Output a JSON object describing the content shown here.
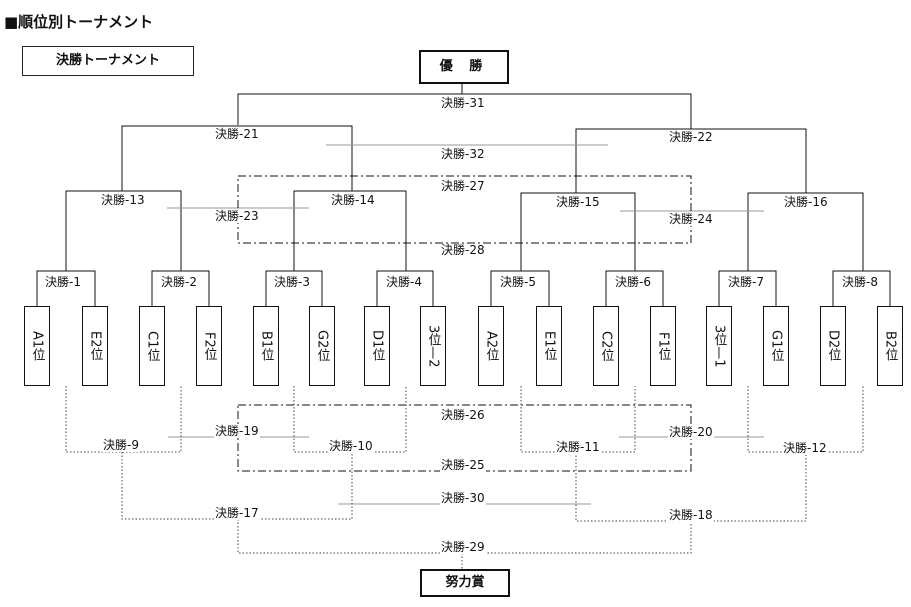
{
  "heading": "■順位別トーナメント",
  "section_label": "決勝トーナメント",
  "winner_label": "優 勝",
  "effort_award_label": "努力賞",
  "teams": [
    "A1位",
    "E2位",
    "C1位",
    "F2位",
    "B1位",
    "G2位",
    "D1位",
    "3位—2",
    "A2位",
    "E1位",
    "C2位",
    "F1位",
    "3位—1",
    "G1位",
    "D2位",
    "B2位"
  ],
  "matches": {
    "m1": "決勝-1",
    "m2": "決勝-2",
    "m3": "決勝-3",
    "m4": "決勝-4",
    "m5": "決勝-5",
    "m6": "決勝-6",
    "m7": "決勝-7",
    "m8": "決勝-8",
    "m13": "決勝-13",
    "m14": "決勝-14",
    "m15": "決勝-15",
    "m16": "決勝-16",
    "m21": "決勝-21",
    "m22": "決勝-22",
    "m31": "決勝-31",
    "m32": "決勝-32",
    "m27": "決勝-27",
    "m23": "決勝-23",
    "m24": "決勝-24",
    "m28": "決勝-28",
    "m26": "決勝-26",
    "m19": "決勝-19",
    "m20": "決勝-20",
    "m9": "決勝-9",
    "m10": "決勝-10",
    "m11": "決勝-11",
    "m12": "決勝-12",
    "m25": "決勝-25",
    "m30": "決勝-30",
    "m17": "決勝-17",
    "m18": "決勝-18",
    "m29": "決勝-29"
  }
}
